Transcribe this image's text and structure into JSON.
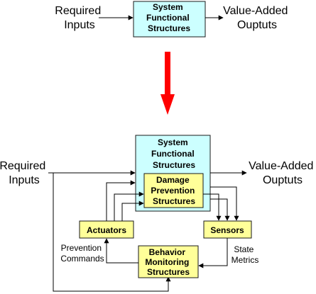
{
  "top": {
    "input_label": [
      "Required",
      "Inputs"
    ],
    "box_label": [
      "System",
      "Functional",
      "Structures"
    ],
    "output_label": [
      "Value-Added",
      "Ouptuts"
    ]
  },
  "bottom": {
    "input_label": [
      "Required",
      "Inputs"
    ],
    "system_label": [
      "System",
      "Functional",
      "Structures"
    ],
    "damage_label": [
      "Damage",
      "Prevention",
      "Structures"
    ],
    "output_label": [
      "Value-Added",
      "Ouptuts"
    ],
    "actuators_label": "Actuators",
    "sensors_label": "Sensors",
    "behavior_label": [
      "Behavior",
      "Monitoring",
      "Structures"
    ],
    "prevention_label": [
      "Prevention",
      "Commands"
    ],
    "state_label": [
      "State",
      "Metrics"
    ]
  },
  "colors": {
    "system_fill": "#CCFFFF",
    "system_stroke": "#1a1a1a",
    "yellow_fill": "#FFFF99",
    "big_arrow": "#FF0000"
  }
}
